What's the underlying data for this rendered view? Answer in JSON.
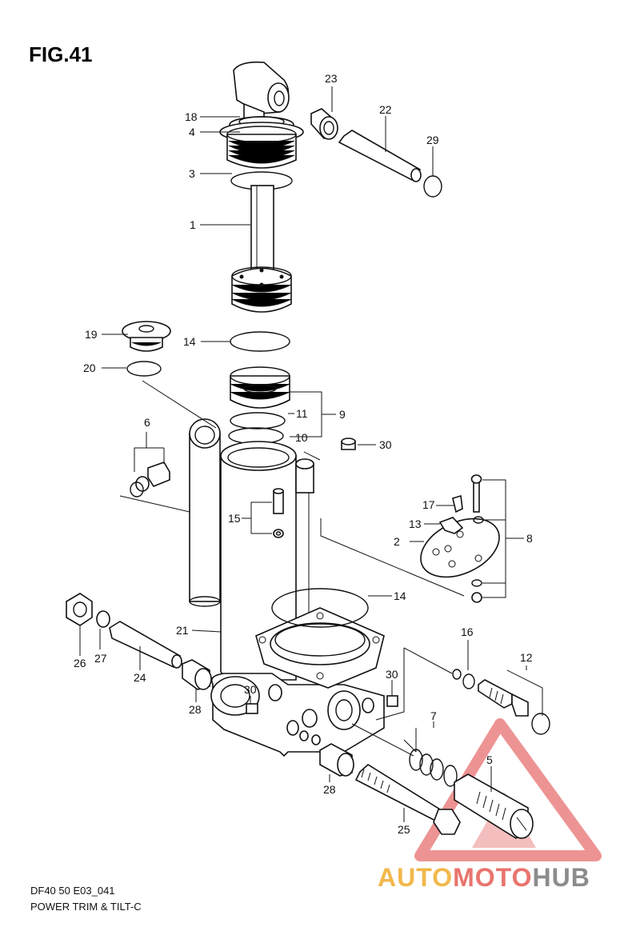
{
  "figure": {
    "title": "FIG.41",
    "code": "DF40 50 E03_041",
    "caption": "POWER TRIM & TILT-C"
  },
  "watermark": {
    "brand_parts": [
      "AUTO",
      "MOTO",
      "HUB"
    ],
    "colors": {
      "auto": "#f2b84b",
      "moto": "#e9746d",
      "hub": "#8c8c8c",
      "triangle": "#e87070"
    }
  },
  "callouts": {
    "c1": "1",
    "c2": "2",
    "c3": "3",
    "c4": "4",
    "c5": "5",
    "c6": "6",
    "c7": "7",
    "c8": "8",
    "c9": "9",
    "c10": "10",
    "c11": "11",
    "c12": "12",
    "c13": "13",
    "c14a": "14",
    "c14b": "14",
    "c15": "15",
    "c16": "16",
    "c17": "17",
    "c18": "18",
    "c19": "19",
    "c20": "20",
    "c21": "21",
    "c22": "22",
    "c23": "23",
    "c24": "24",
    "c25": "25",
    "c26": "26",
    "c27": "27",
    "c28a": "28",
    "c28b": "28",
    "c29": "29",
    "c30a": "30",
    "c30b": "30",
    "c30c": "30"
  }
}
